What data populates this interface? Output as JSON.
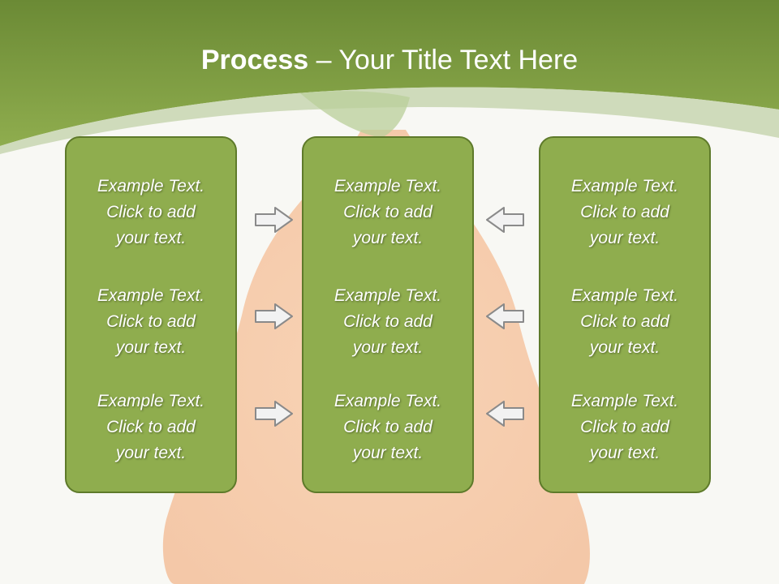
{
  "colors": {
    "header_green": "#7a9a3e",
    "box_fill": "#8fad4e",
    "box_border": "#5e7a2a",
    "fruit": "#f5c9a8",
    "arrow_fill": "#f2f2f2",
    "arrow_stroke": "#8a8a8a"
  },
  "title": {
    "bold": "Process",
    "rest": " – Your Title Text Here"
  },
  "columns": [
    {
      "items": [
        {
          "line1": "Example Text.",
          "line2": "Click  to add",
          "line3": "your text."
        },
        {
          "line1": "Example Text.",
          "line2": "Click  to add",
          "line3": "your text."
        },
        {
          "line1": "Example Text.",
          "line2": "Click  to add",
          "line3": "your text."
        }
      ]
    },
    {
      "items": [
        {
          "line1": "Example Text.",
          "line2": "Click  to add",
          "line3": "your text."
        },
        {
          "line1": "Example Text.",
          "line2": "Click  to add",
          "line3": "your text."
        },
        {
          "line1": "Example Text.",
          "line2": "Click  to add",
          "line3": "your text."
        }
      ]
    },
    {
      "items": [
        {
          "line1": "Example Text.",
          "line2": "Click  to add",
          "line3": "your text."
        },
        {
          "line1": "Example Text.",
          "line2": "Click  to add",
          "line3": "your text."
        },
        {
          "line1": "Example Text.",
          "line2": "Click  to add",
          "line3": "your text."
        }
      ]
    }
  ],
  "icons": {
    "arrow_left_column": "arrow-right-icon",
    "arrow_right_column": "arrow-left-icon"
  }
}
